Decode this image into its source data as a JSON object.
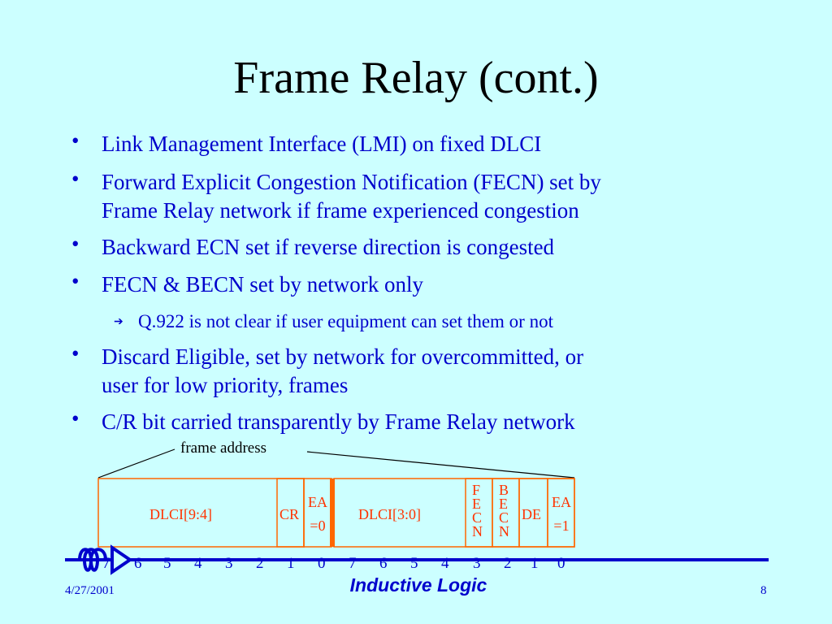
{
  "slide": {
    "title": "Frame Relay (cont.)",
    "bullets": [
      {
        "lines": [
          "Link Management Interface (LMI) on fixed DLCI"
        ]
      },
      {
        "lines": [
          "Forward Explicit Congestion Notification (FECN) set by",
          "Frame Relay network if frame experienced congestion"
        ]
      },
      {
        "lines": [
          "Backward ECN set if reverse direction is congested"
        ]
      },
      {
        "lines": [
          "FECN & BECN set by network only"
        ]
      },
      {
        "sub": "Q.922 is not clear if user equipment can set them or not"
      },
      {
        "lines": [
          "Discard Eligible, set by network for overcommitted, or",
          "user for low priority, frames"
        ]
      },
      {
        "lines": [
          "C/R bit carried transparently by Frame Relay network"
        ]
      }
    ],
    "bullet_glyph": "•",
    "sub_bullet_glyph": "➔"
  },
  "diagram": {
    "frame_address_label": "frame address",
    "fields": {
      "dlci_high": "DLCI[9:4]",
      "cr": "CR",
      "ea0": [
        "EA",
        "=0"
      ],
      "dlci_low": "DLCI[3:0]",
      "fecn": [
        "F",
        "E",
        "C",
        "N"
      ],
      "becn": [
        "B",
        "E",
        "C",
        "N"
      ],
      "de": "DE",
      "ea1": [
        "EA",
        "=1"
      ]
    },
    "bit_numbers": [
      "7",
      "6",
      "5",
      "4",
      "3",
      "2",
      "1",
      "0",
      "7",
      "6",
      "5",
      "4",
      "3",
      "2",
      "1",
      "0"
    ],
    "colors": {
      "box": "#ff6600",
      "text": "#ff3300",
      "divider": "#ff6600"
    }
  },
  "footer": {
    "date": "4/27/2001",
    "brand": "Inductive Logic",
    "page": "8"
  }
}
